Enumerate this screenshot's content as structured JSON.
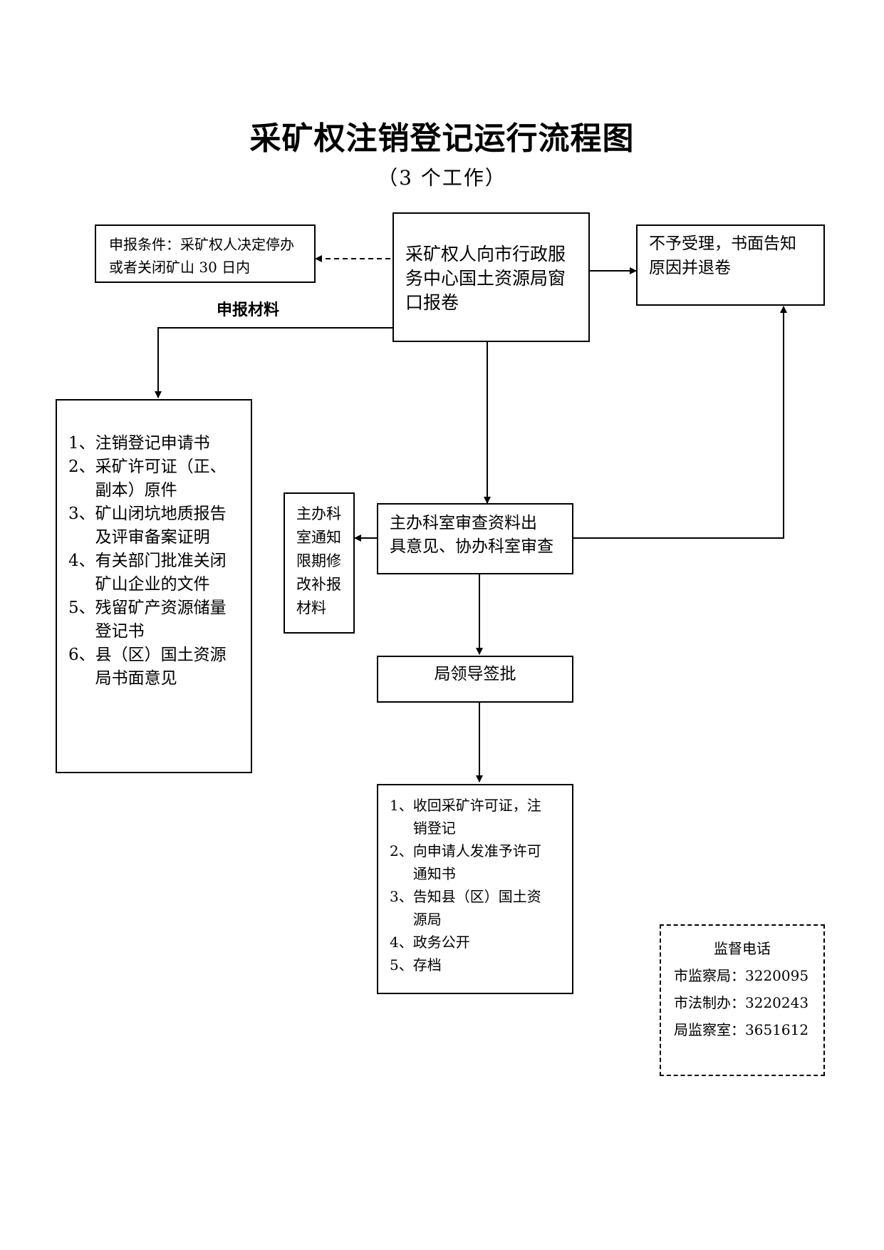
{
  "title": "采矿权注销登记运行流程图",
  "subtitle": "（3 个工作）",
  "condition_box": {
    "text": "申报条件：采矿权人决定停办\n或者关闭矿山 30 日内"
  },
  "start_box": {
    "text": "采矿权人向市行政服\n务中心国土资源局窗\n口报卷"
  },
  "reject_box": {
    "text": "不予受理，书面告知\n原因并退卷"
  },
  "flow_label": "申报材料",
  "materials": [
    {
      "num": "1、",
      "text": "注销登记申请书"
    },
    {
      "num": "2、",
      "text": "采矿许可证（正、\n副本）原件"
    },
    {
      "num": "3、",
      "text": "矿山闭坑地质报告\n及评审备案证明"
    },
    {
      "num": "4、",
      "text": "有关部门批准关闭\n矿山企业的文件"
    },
    {
      "num": "5、",
      "text": "残留矿产资源储量\n登记书"
    },
    {
      "num": "6、",
      "text": "县（区）国土资源\n局书面意见"
    }
  ],
  "notice_box": {
    "text": "主办科\n室通知\n限期修\n改补报\n材料"
  },
  "review_box": {
    "text": "主办科室审查资料出\n具意见、协办科室审查"
  },
  "approval_box": {
    "text": "局领导签批"
  },
  "results": [
    {
      "num": "1、",
      "text": "收回采矿许可证，注\n销登记"
    },
    {
      "num": "2、",
      "text": "向申请人发准予许可\n通知书"
    },
    {
      "num": "3、",
      "text": "告知县（区）国土资\n源局"
    },
    {
      "num": "4、",
      "text": "政务公开"
    },
    {
      "num": "5、",
      "text": "存档"
    }
  ],
  "supervision": {
    "title": "监督电话",
    "lines": [
      "市监察局：3220095",
      "市法制办：3220243",
      "局监察室：3651612"
    ]
  }
}
